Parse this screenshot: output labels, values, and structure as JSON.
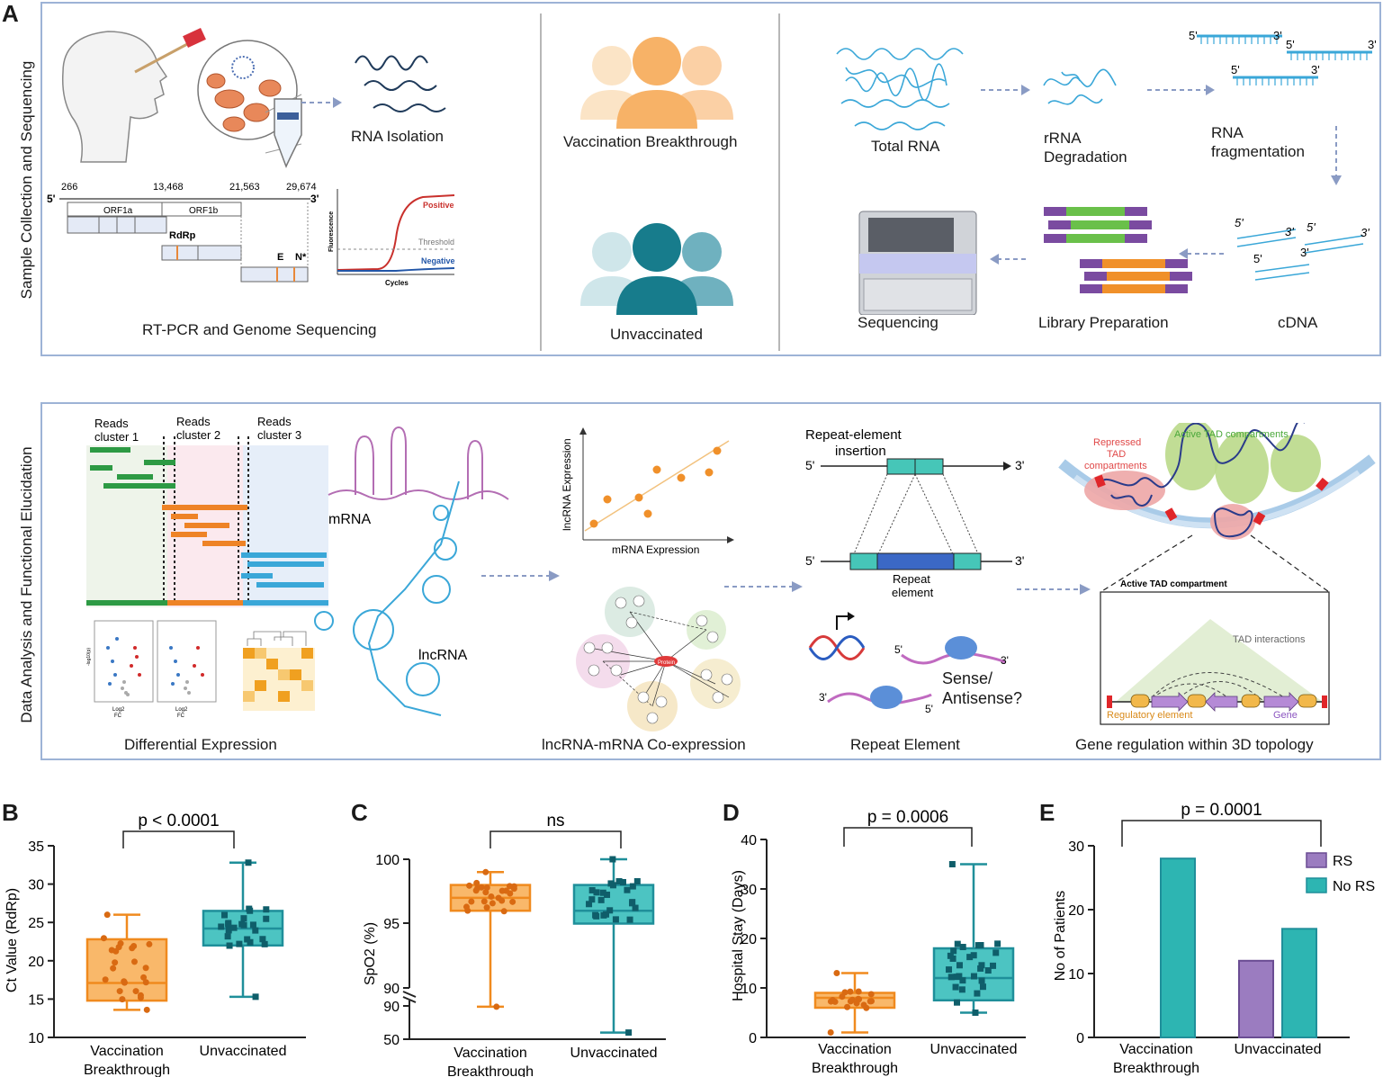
{
  "panel_a": {
    "letter": "A",
    "side_label": "Sample Collection and Sequencing",
    "rna_isolation": "RNA Isolation",
    "rtpcr_caption": "RT-PCR and Genome Sequencing",
    "genome": {
      "five_prime": "5'",
      "three_prime": "3'",
      "pos_266": "266",
      "pos_13468": "13,468",
      "pos_21563": "21,563",
      "pos_29674": "29,674",
      "orf1a": "ORF1a",
      "orf1b": "ORF1b",
      "rdrp": "RdRp",
      "e": "E",
      "n": "N*"
    },
    "qpcr": {
      "positive": "Positive",
      "threshold": "Threshold",
      "negative": "Negative",
      "xlabel": "Cycles",
      "ylabel": "Fluorescence"
    },
    "groups": {
      "vaccination_breakthrough": "Vaccination Breakthrough",
      "unvaccinated": "Unvaccinated"
    },
    "workflow": {
      "total_rna": "Total RNA",
      "rrna_deg_1": "rRNA",
      "rrna_deg_2": "Degradation",
      "rna_frag_1": "RNA",
      "rna_frag_2": "fragmentation",
      "cdna": "cDNA",
      "library_prep": "Library Preparation",
      "sequencing": "Sequencing",
      "five_prime": "5'",
      "three_prime": "3'"
    }
  },
  "panel_analysis": {
    "side_label": "Data Analysis and Functional Elucidation",
    "clusters": {
      "c1a": "Reads",
      "c1b": "cluster 1",
      "c2a": "Reads",
      "c2b": "cluster 2",
      "c3a": "Reads",
      "c3b": "cluster 3"
    },
    "mrna": "mRNA",
    "lncrna": "lncRNA",
    "diff_expr": "Differential Expression",
    "volcano": {
      "xlabel1": "Log2",
      "xlabel2": "FC",
      "ylabel": "-log10(p)"
    },
    "scatter": {
      "xlabel": "mRNA Expression",
      "ylabel": "lncRNA Expression"
    },
    "network_center": "Protein",
    "coexpr": "lncRNA-mRNA Co-expression",
    "repeat": {
      "insertion_1": "Repeat-element",
      "insertion_2": "insertion",
      "element_1": "Repeat",
      "element_2": "element",
      "five_prime": "5'",
      "three_prime": "3'",
      "sense_1": "Sense/",
      "sense_2": "Antisense?",
      "caption": "Repeat Element"
    },
    "tad": {
      "repressed_1": "Repressed",
      "repressed_2": "TAD",
      "repressed_3": "compartments",
      "active": "Active TAD compartments",
      "active_single": "Active TAD compartment",
      "interactions": "TAD interactions",
      "regulatory": "Regulatory element",
      "gene": "Gene",
      "caption": "Gene regulation within 3D topology"
    }
  },
  "colors": {
    "orange": "#f7a24a",
    "teal": "#2db5b2",
    "purple": "#9b7cc0",
    "box_border": "#9db3d6",
    "dark_teal": "#1a7c8a"
  },
  "chart_data": [
    {
      "panel": "B",
      "type": "box",
      "ylabel": "Ct Value (RdRp)",
      "ylim": [
        10,
        35
      ],
      "yticks": [
        "10",
        "15",
        "20",
        "25",
        "30",
        "35"
      ],
      "categories": [
        "Vaccination Breakthrough",
        "Unvaccinated"
      ],
      "annotation": "p < 0.0001",
      "boxes": [
        {
          "min": 13.6,
          "q1": 14.8,
          "median": 17.1,
          "q3": 22.8,
          "max": 26.0
        },
        {
          "min": 15.3,
          "q1": 22.0,
          "median": 24.2,
          "q3": 26.5,
          "max": 32.8
        }
      ]
    },
    {
      "panel": "C",
      "type": "box",
      "ylabel": "SpO2 (%)",
      "yticks": [
        "50",
        "90",
        "90",
        "95",
        "100"
      ],
      "categories": [
        "Vaccination Breakthrough",
        "Unvaccinated"
      ],
      "annotation": "ns",
      "boxes": [
        {
          "min": 89,
          "q1": 96,
          "median": 97,
          "q3": 98,
          "max": 99
        },
        {
          "min": 58,
          "q1": 95,
          "median": 96,
          "q3": 98,
          "max": 100
        }
      ]
    },
    {
      "panel": "D",
      "type": "box",
      "ylabel": "Hospital Stay (Days)",
      "ylim": [
        0,
        40
      ],
      "yticks": [
        "0",
        "10",
        "20",
        "30",
        "40"
      ],
      "categories": [
        "Vaccination Breakthrough",
        "Unvaccinated"
      ],
      "annotation": "p = 0.0006",
      "boxes": [
        {
          "min": 1,
          "q1": 6,
          "median": 8,
          "q3": 9,
          "max": 13
        },
        {
          "min": 5,
          "q1": 7.5,
          "median": 12,
          "q3": 18,
          "max": 35
        }
      ]
    },
    {
      "panel": "E",
      "type": "bar",
      "ylabel": "No of Patients",
      "ylim": [
        0,
        30
      ],
      "yticks": [
        "0",
        "10",
        "20",
        "30"
      ],
      "categories": [
        "Vaccination Breakthrough",
        "Unvaccinated"
      ],
      "annotation": "p = 0.0001",
      "legend_position": "top-right",
      "series": [
        {
          "name": "RS",
          "values": [
            0,
            12
          ],
          "color": "#9b7cc0"
        },
        {
          "name": "No RS",
          "values": [
            28,
            17
          ],
          "color": "#2db5b2"
        }
      ]
    }
  ],
  "panel_letters": {
    "b": "B",
    "c": "C",
    "d": "D",
    "e": "E"
  }
}
